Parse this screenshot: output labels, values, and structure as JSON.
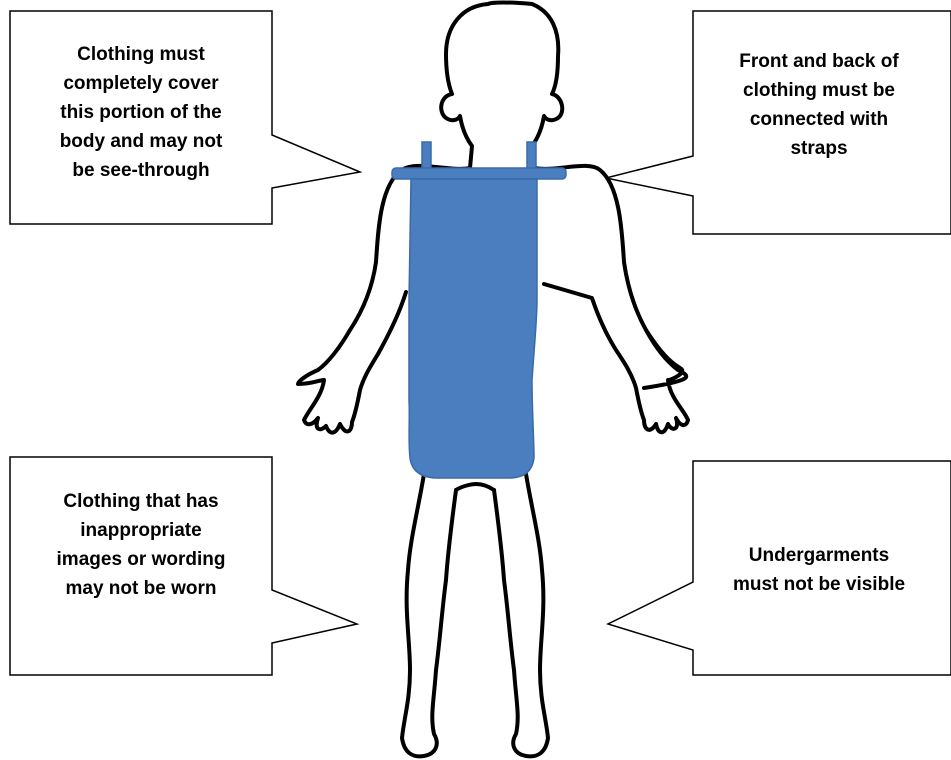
{
  "colors": {
    "garment_fill": "#4a7ebf",
    "garment_stroke": "#3a6aa8",
    "outline": "#000000",
    "callout_border": "#000000",
    "background": "#ffffff"
  },
  "callouts": {
    "top_left": "Clothing must\ncompletely cover\nthis portion of the\nbody and may not\nbe see-through",
    "top_right": "Front and back of\nclothing must be\nconnected with\nstraps",
    "bottom_left": "Clothing that has\ninappropriate\nimages or wording\nmay not be worn",
    "bottom_right": "Undergarments\nmust not be visible"
  }
}
